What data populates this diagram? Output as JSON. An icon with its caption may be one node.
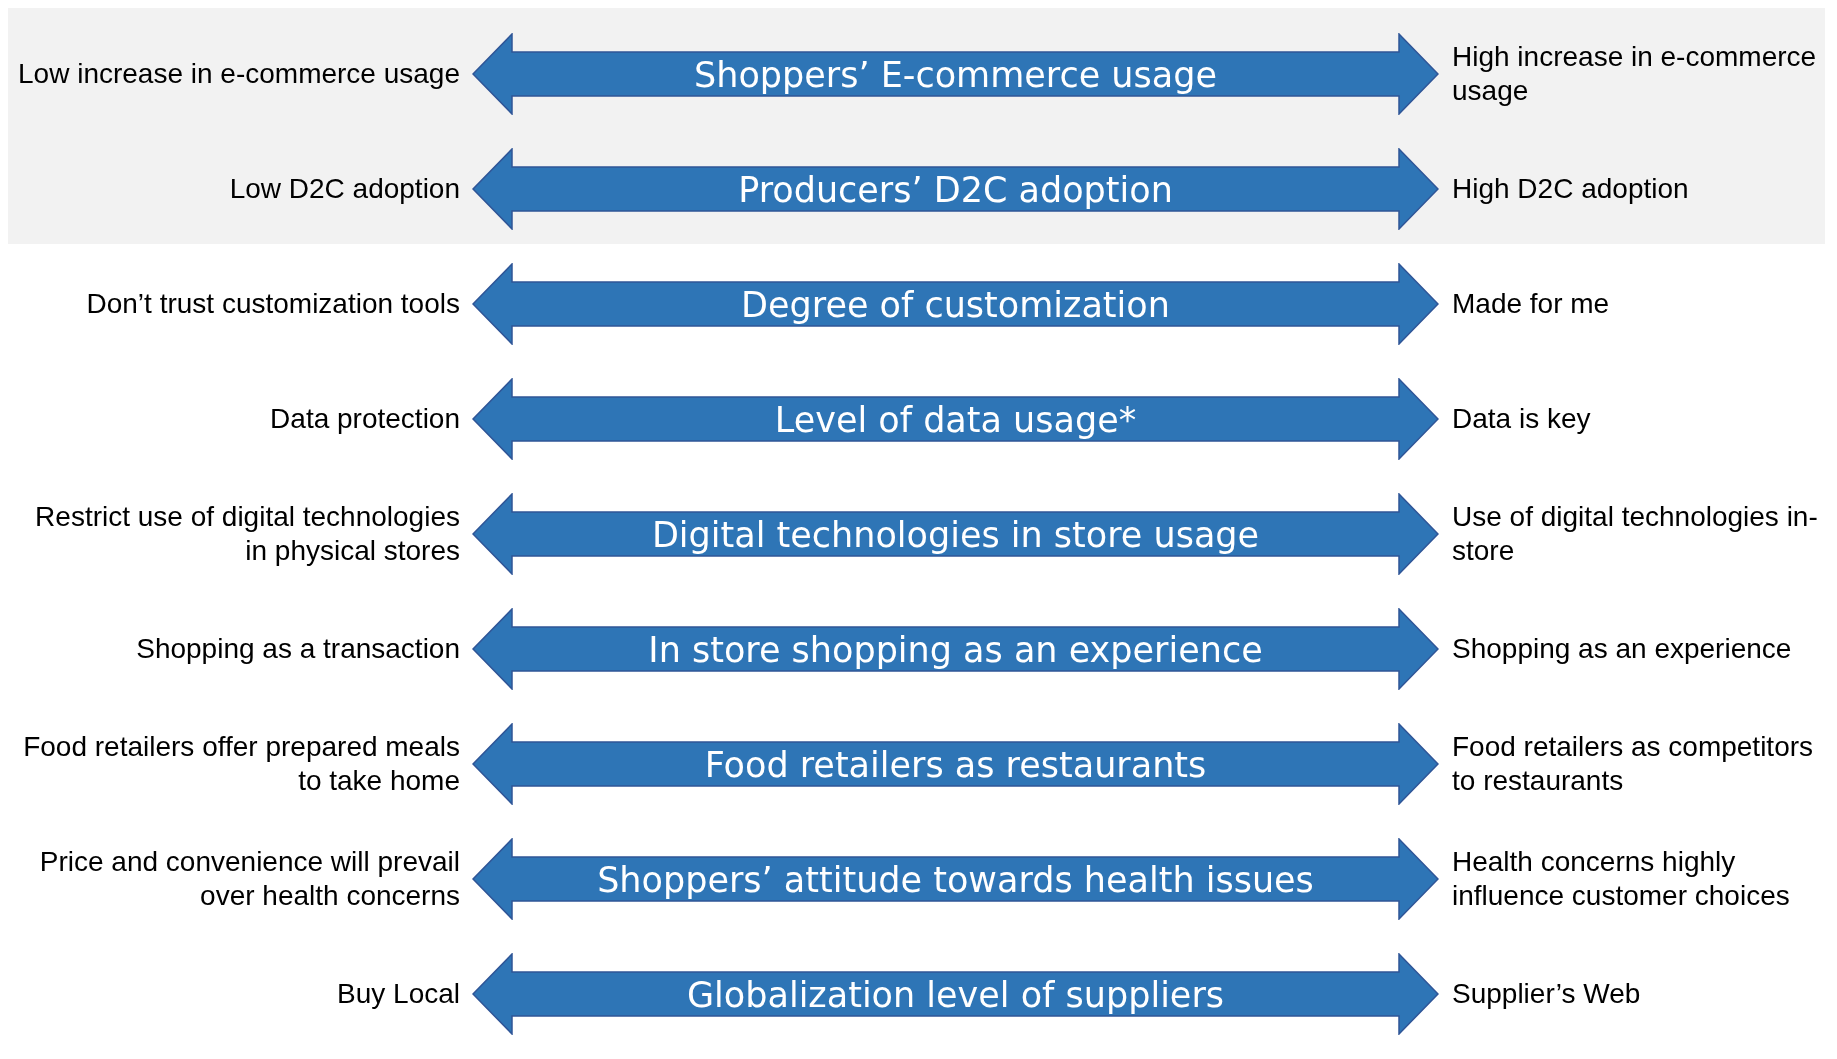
{
  "diagram": {
    "nodes": [
      {
        "text": [],
        "shape": "band"
      },
      {
        "text": [
          "Shoppers’ E-commerce usage"
        ],
        "in": 0,
        "beside": [
          "Low increase in e-commerce usage",
          "High increase in e-commerce usage"
        ]
      },
      {
        "text": [
          "Producers’ D2C adoption"
        ],
        "in": 0,
        "beside": [
          "Low D2C adoption",
          "High D2C adoption"
        ]
      },
      {
        "text": [
          "Degree of customization"
        ],
        "beside": [
          "Don’t trust customization tools",
          "Made for me"
        ]
      },
      {
        "text": [
          "Level of data usage*"
        ],
        "beside": [
          "Data protection",
          "Data is key"
        ]
      },
      {
        "text": [
          "Digital technologies in store usage"
        ],
        "beside": [
          "Restrict use of digital technologies in physical stores",
          "Use of digital technologies in-store"
        ]
      },
      {
        "text": [
          "In store shopping as an experience"
        ],
        "beside": [
          "Shopping as a transaction",
          "Shopping as an experience"
        ]
      },
      {
        "text": [
          "Food retailers as restaurants"
        ],
        "beside": [
          "Food retailers offer prepared meals to take home",
          "Food retailers as competitors to restaurants"
        ]
      },
      {
        "text": [
          "Shoppers’ attitude towards health issues"
        ],
        "beside": [
          "Price and convenience will prevail over health concerns",
          "Health concerns highly influence customer choices"
        ]
      },
      {
        "text": [
          "Globalization level of suppliers"
        ],
        "beside": [
          "Buy Local",
          "Supplier’s Web"
        ]
      }
    ]
  }
}
